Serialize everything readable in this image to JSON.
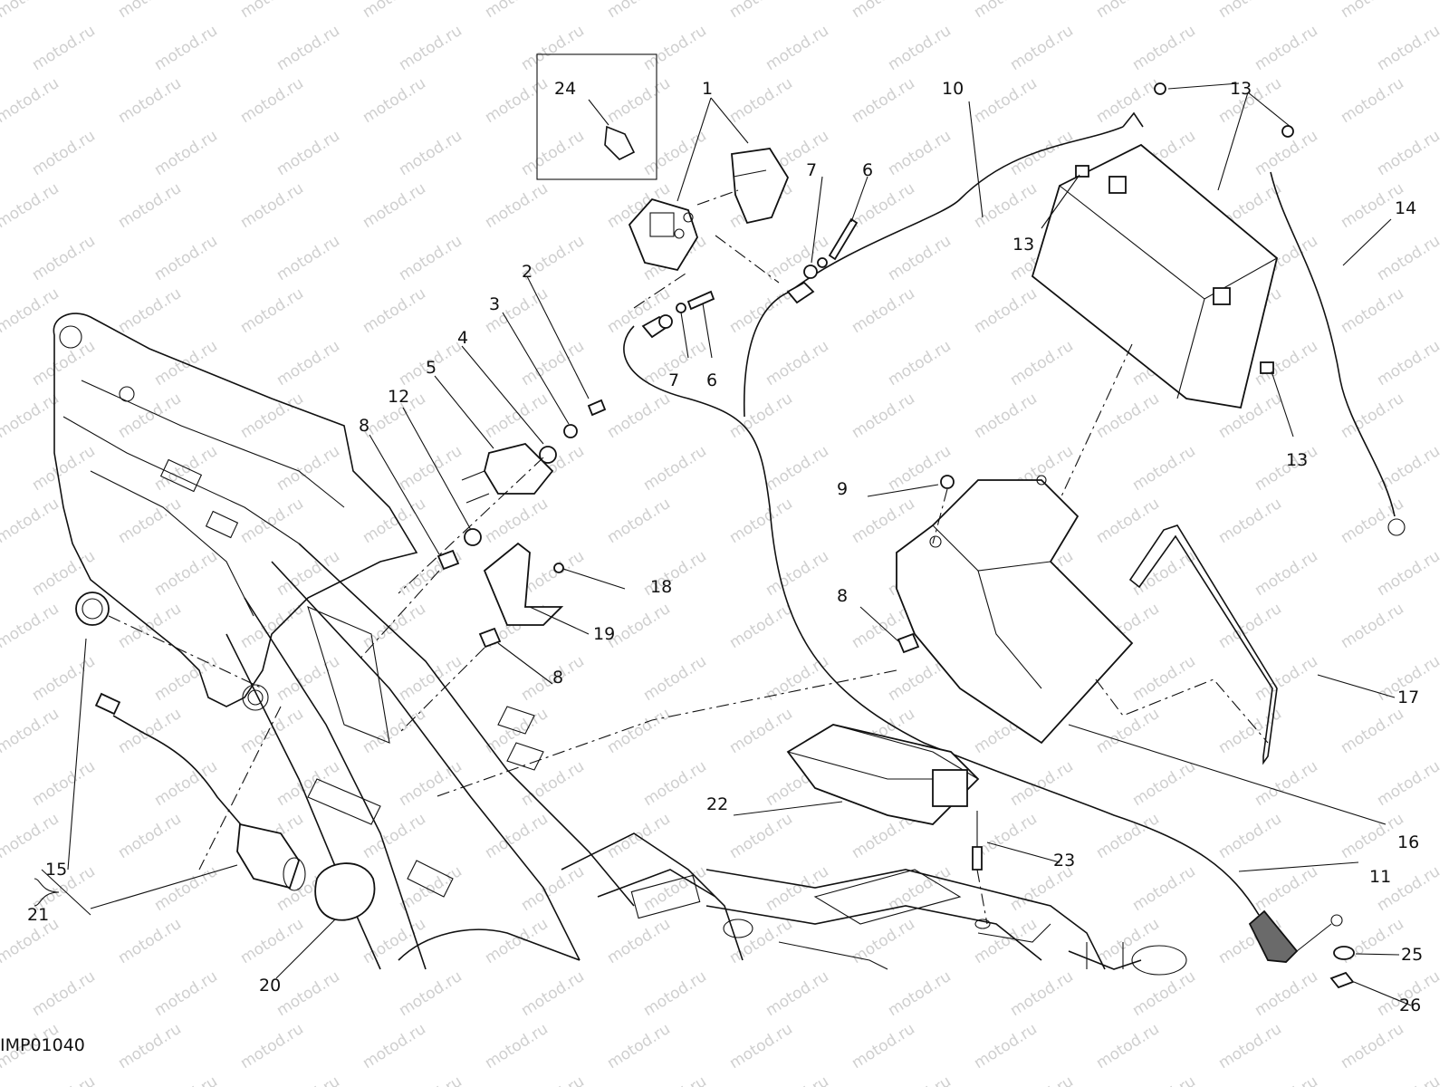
{
  "watermark": "motod.ru",
  "drawing_code": "IMP01040",
  "callouts": [
    "1",
    "2",
    "3",
    "4",
    "5",
    "6",
    "7",
    "8",
    "9",
    "10",
    "11",
    "12",
    "13",
    "14",
    "15",
    "16",
    "17",
    "18",
    "19",
    "20",
    "21",
    "22",
    "23",
    "24",
    "25",
    "26"
  ],
  "labels": [
    {
      "text": "24"
    },
    {
      "text": "1"
    },
    {
      "text": "10"
    },
    {
      "text": "13"
    },
    {
      "text": "7"
    },
    {
      "text": "6"
    },
    {
      "text": "13"
    },
    {
      "text": "14"
    },
    {
      "text": "2"
    },
    {
      "text": "3"
    },
    {
      "text": "7"
    },
    {
      "text": "6"
    },
    {
      "text": "4"
    },
    {
      "text": "5"
    },
    {
      "text": "12"
    },
    {
      "text": "8"
    },
    {
      "text": "13"
    },
    {
      "text": "9"
    },
    {
      "text": "18"
    },
    {
      "text": "19"
    },
    {
      "text": "8"
    },
    {
      "text": "8"
    },
    {
      "text": "17"
    },
    {
      "text": "15"
    },
    {
      "text": "21"
    },
    {
      "text": "22"
    },
    {
      "text": "16"
    },
    {
      "text": "23"
    },
    {
      "text": "11"
    },
    {
      "text": "25"
    },
    {
      "text": "26"
    },
    {
      "text": "20"
    }
  ]
}
